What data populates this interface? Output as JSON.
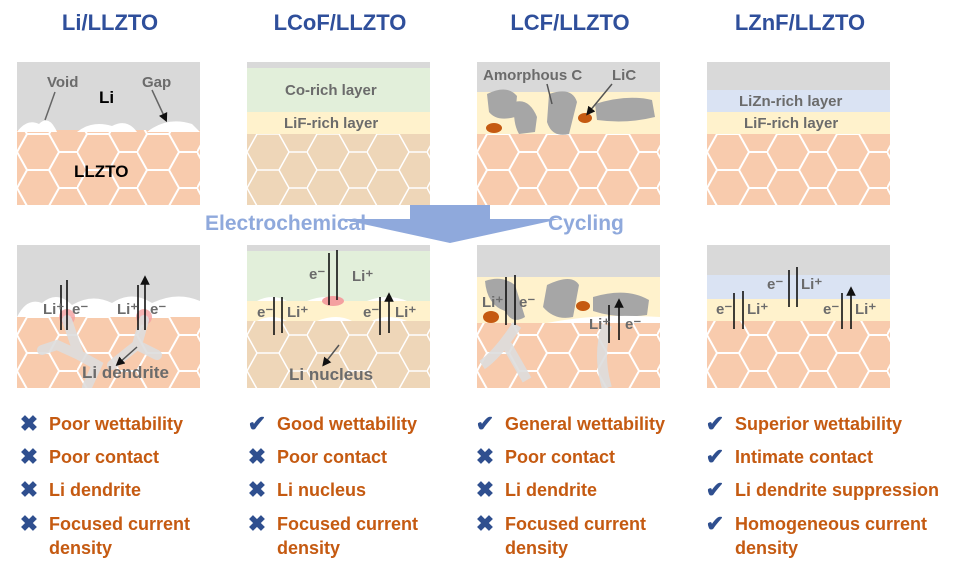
{
  "columns": [
    {
      "title": "Li/LLZTO",
      "top_labels": {
        "void": "Void",
        "li": "Li",
        "gap": "Gap",
        "llzto": "LLZTO"
      },
      "bottom_labels": {
        "li_plus_1": "Li⁺",
        "e_1": "e⁻",
        "li_plus_2": "Li⁺",
        "e_2": "e⁻",
        "feature": "Li dendrite"
      },
      "properties": [
        {
          "status": "cross",
          "text": "Poor wettability"
        },
        {
          "status": "cross",
          "text": "Poor contact"
        },
        {
          "status": "cross",
          "text": "Li dendrite"
        },
        {
          "status": "cross",
          "text": "Focused current density"
        }
      ]
    },
    {
      "title": "LCoF/LLZTO",
      "top_labels": {
        "layer1": "Co-rich layer",
        "layer2": "LiF-rich layer"
      },
      "bottom_labels": {
        "e_top": "e⁻",
        "li_top": "Li⁺",
        "e_1": "e⁻",
        "li_plus_1": "Li⁺",
        "e_2": "e⁻",
        "li_plus_2": "Li⁺",
        "feature": "Li nucleus"
      },
      "properties": [
        {
          "status": "check",
          "text": "Good wettability"
        },
        {
          "status": "cross",
          "text": "Poor contact"
        },
        {
          "status": "cross",
          "text": "Li nucleus"
        },
        {
          "status": "cross",
          "text": "Focused current density"
        }
      ]
    },
    {
      "title": "LCF/LLZTO",
      "top_labels": {
        "amorphous": "Amorphous C",
        "lic": "LiC"
      },
      "bottom_labels": {
        "li_plus_1": "Li⁺",
        "e_1": "e⁻",
        "li_plus_2": "Li⁺",
        "e_2": "e⁻"
      },
      "properties": [
        {
          "status": "check",
          "text": "General wettability"
        },
        {
          "status": "cross",
          "text": "Poor contact"
        },
        {
          "status": "cross",
          "text": "Li dendrite"
        },
        {
          "status": "cross",
          "text": "Focused current density"
        }
      ]
    },
    {
      "title": "LZnF/LLZTO",
      "top_labels": {
        "layer1": "LiZn-rich layer",
        "layer2": "LiF-rich layer"
      },
      "bottom_labels": {
        "e_top": "e⁻",
        "li_top": "Li⁺",
        "e_1": "e⁻",
        "li_plus_1": "Li⁺",
        "e_2": "e⁻",
        "li_plus_2": "Li⁺"
      },
      "properties": [
        {
          "status": "check",
          "text": "Superior wettability"
        },
        {
          "status": "check",
          "text": "Intimate contact"
        },
        {
          "status": "check",
          "text": "Li dendrite suppression"
        },
        {
          "status": "check",
          "text": "Homogeneous current density"
        }
      ]
    }
  ],
  "stage": {
    "left": "Electrochemical",
    "right": "Cycling"
  },
  "icons": {
    "check": "✔",
    "cross": "✖"
  },
  "colors": {
    "title": "#2f4f9b",
    "property": "#c55a11",
    "mark": "#2f4f8f",
    "llzto": "#f8cbad",
    "li": "#d9d9d9",
    "co_layer": "#e2efda",
    "lif_layer": "#fff2cc",
    "zn_layer": "#dae3f3"
  }
}
